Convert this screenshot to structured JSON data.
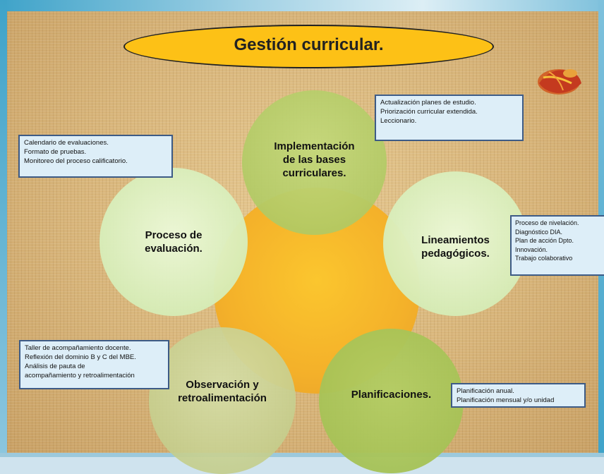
{
  "title": "Gestión curricular.",
  "nodes": {
    "top": "Implementación de las bases curriculares.",
    "left": "Proceso de evaluación.",
    "right": "Lineamientos pedagógicos.",
    "bottom_left": "Observación y retroalimentación",
    "bottom_right": "Planificaciones."
  },
  "notes": {
    "top": [
      "Actualización planes de estudio.",
      "Priorización curricular extendida.",
      "Leccionario."
    ],
    "left": [
      "Calendario de evaluaciones.",
      "Formato de pruebas.",
      "Monitoreo del proceso calificatorio."
    ],
    "right": [
      "Proceso de nivelación.",
      "Diagnóstico DIA.",
      "Plan de acción Dpto.",
      "Innovación.",
      "Trabajo colaborativo"
    ],
    "bottom_left": [
      "Taller de acompañamiento docente.",
      "Reflexión del dominio B y C del MBE.",
      "Análisis de pauta de",
      "acompañamiento y retroalimentación"
    ],
    "bottom_right": [
      "Planificación anual.",
      "Planificación mensual y/o unidad"
    ]
  },
  "colors": {
    "title_fill": "#fdc116",
    "center_fill": "#f4b12a",
    "note_fill": "#ddeef8",
    "note_border": "#3d5b86"
  }
}
